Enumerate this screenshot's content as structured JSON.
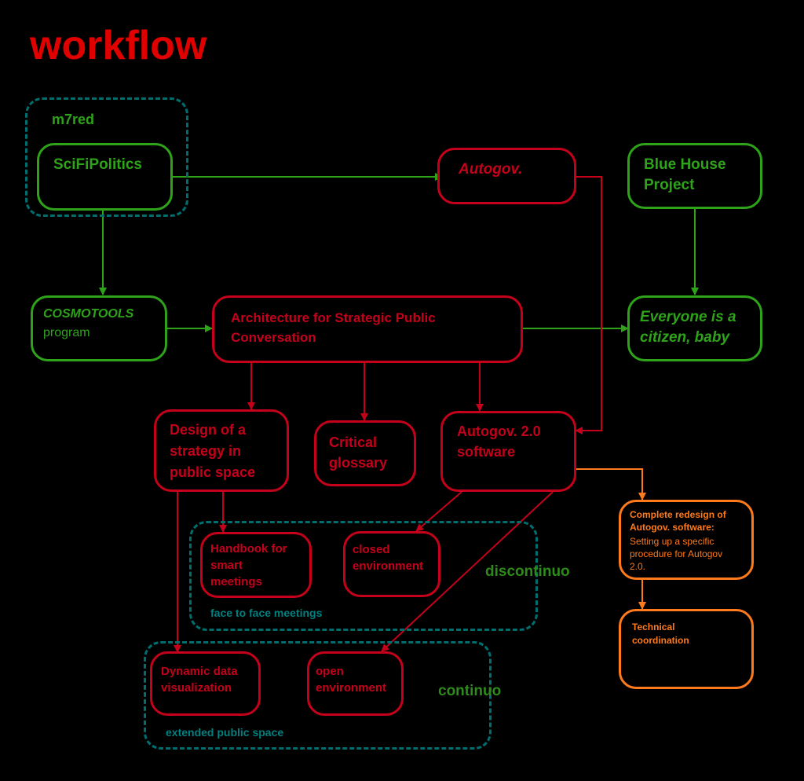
{
  "title": "workflow",
  "colors": {
    "green": "#2ea31a",
    "red": "#c4001a",
    "orange": "#ff7a1a",
    "teal": "#006e6e",
    "title": "#e00000",
    "background": "#000000"
  },
  "groups": {
    "m7red": "m7red",
    "discontinuo": "discontinuo",
    "face_to_face": "face to face meetings",
    "continuo": "continuo",
    "extended": "extended public space"
  },
  "nodes": {
    "scifi": "SciFiPolitics",
    "autogov": "Autogov.",
    "bluehouse": "Blue House\nProject",
    "cosmotools_name": "COSMOTOOLS",
    "cosmotools_sub": "program",
    "architecture": "Architecture for Strategic Public\nConversation",
    "everyone": "Everyone is a\ncitizen, baby",
    "design": "Design of a\nstrategy in\npublic space",
    "critical": "Critical\nglossary",
    "autogov2": "Autogov. 2.0\nsoftware",
    "redesign_title": "Complete redesign of\nAutogov. software:",
    "redesign_body": "Setting up a specific\nprocedure for Autogov\n2.0.",
    "handbook": "Handbook for\nsmart\nmeetings",
    "closed": "closed\nenvironment",
    "technical": "Technical\ncoordination",
    "dynamic": "Dynamic data\nvisualization",
    "open": "open\nenvironment"
  }
}
